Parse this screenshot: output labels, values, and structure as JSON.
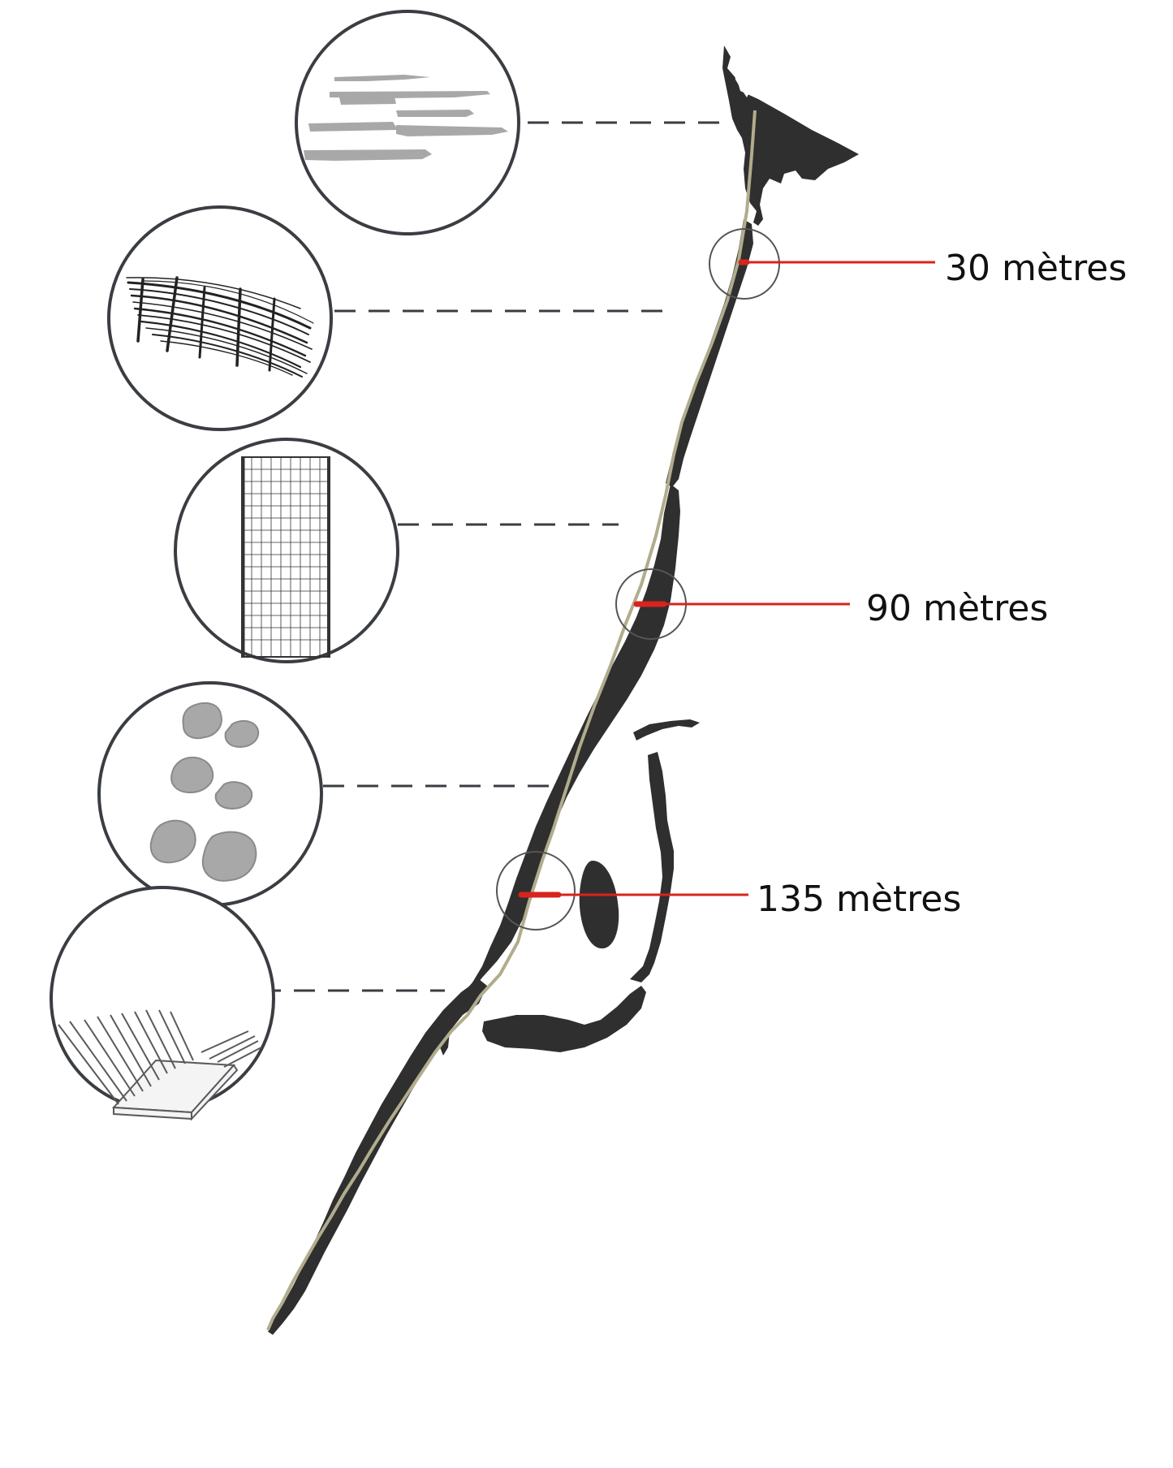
{
  "colors": {
    "land": "#2f2f2f",
    "path": "#b1ac8c",
    "measure": "#d9231d",
    "outline": "#3a3d42",
    "swatch_gray": "#a8a8a8"
  },
  "measurements": [
    {
      "id": "m30",
      "label": "30 mètres"
    },
    {
      "id": "m90",
      "label": "90 mètres"
    },
    {
      "id": "m135",
      "label": "135 mètres"
    }
  ],
  "callouts": [
    {
      "id": "c1",
      "icon": "gray-strokes-texture-icon"
    },
    {
      "id": "c2",
      "icon": "woven-branches-fence-icon"
    },
    {
      "id": "c3",
      "icon": "wire-mesh-grid-icon"
    },
    {
      "id": "c4",
      "icon": "gray-stones-icon"
    },
    {
      "id": "c5",
      "icon": "slatted-fence-barrier-icon"
    }
  ]
}
